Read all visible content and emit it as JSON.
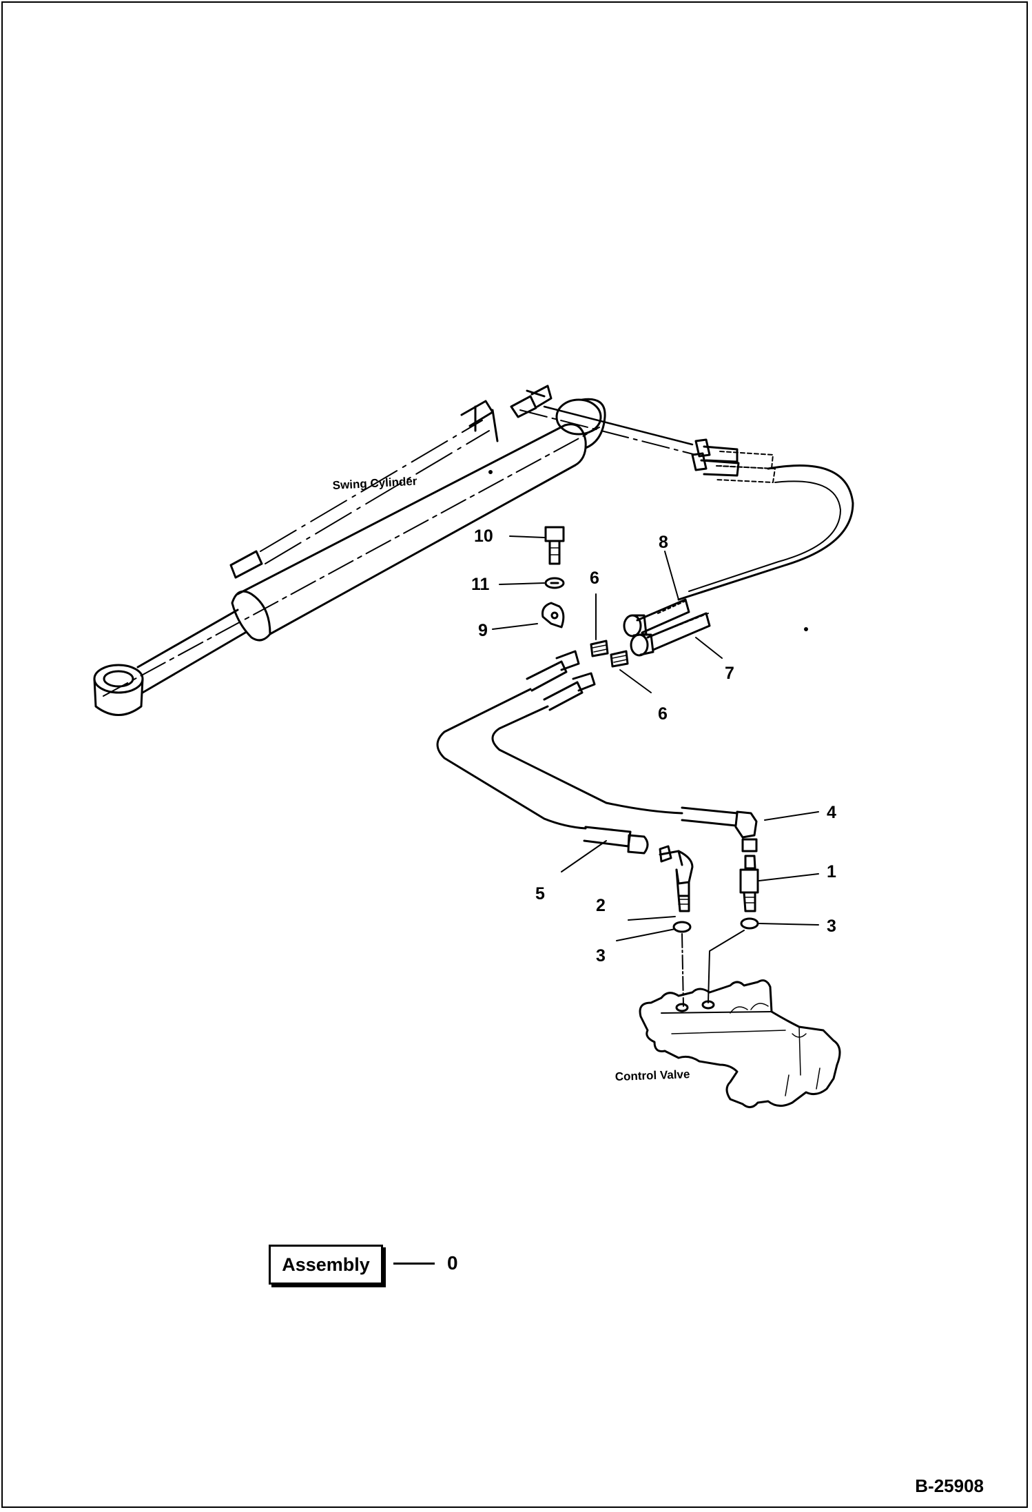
{
  "diagram": {
    "components": {
      "swing_cylinder": "Swing Cylinder",
      "control_valve": "Control Valve"
    },
    "callouts": {
      "c10": "10",
      "c11": "11",
      "c9": "9",
      "c6a": "6",
      "c6b": "6",
      "c8": "8",
      "c7": "7",
      "c4": "4",
      "c1": "1",
      "c3a": "3",
      "c3b": "3",
      "c2": "2",
      "c5": "5"
    }
  },
  "assembly": {
    "label": "Assembly",
    "number": "0"
  },
  "drawing_number": "B-25908"
}
